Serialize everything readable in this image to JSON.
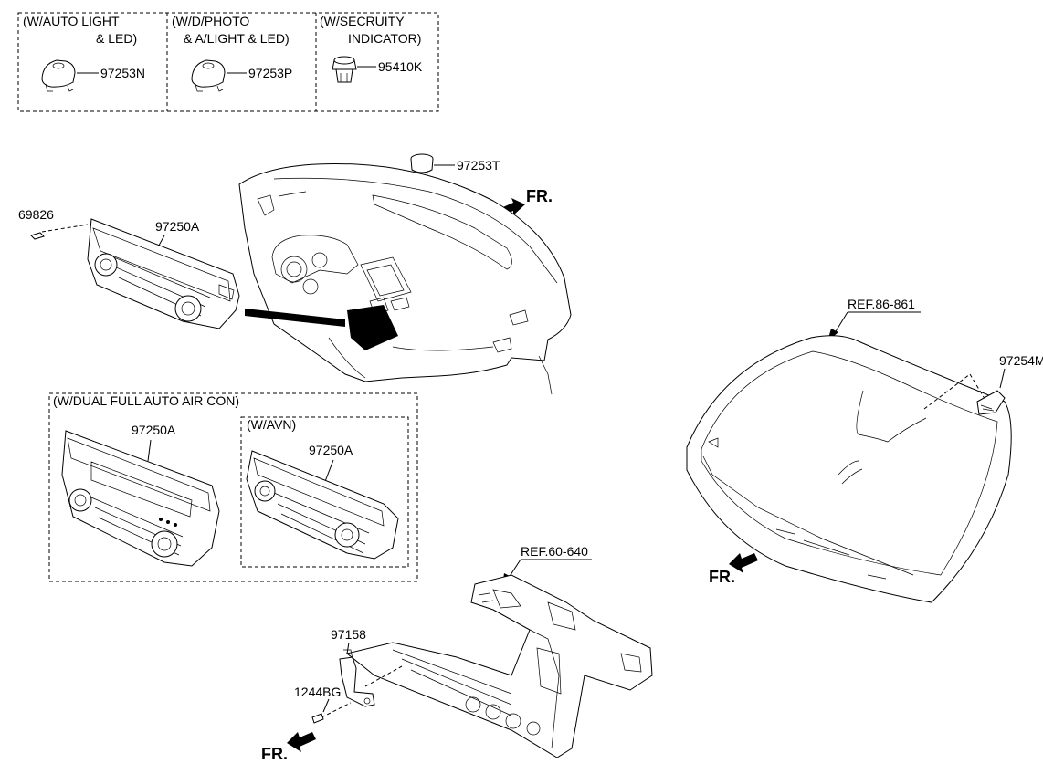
{
  "options": {
    "auto_light_led": {
      "title_line1": "(W/AUTO LIGHT",
      "title_line2": "& LED)",
      "part": "97253N"
    },
    "dphoto_alight_led": {
      "title_line1": "(W/D/PHOTO",
      "title_line2": "& A/LIGHT & LED)",
      "part": "97253P"
    },
    "security_indicator": {
      "title_line1": "(W/SECRUITY",
      "title_line2": "INDICATOR)",
      "part": "95410K"
    }
  },
  "dashboard": {
    "sensor_part": "97253T",
    "screw_part": "69826",
    "control_part": "97250A",
    "fr_label": "FR."
  },
  "dual_full_auto": {
    "title": "(W/DUAL FULL AUTO AIR CON)",
    "control_part": "97250A",
    "avn_title": "(W/AVN)",
    "avn_control_part": "97250A"
  },
  "windshield": {
    "ref_label": "REF.86-861",
    "sensor_part": "97254M",
    "fr_label": "FR."
  },
  "front_end": {
    "ref_label": "REF.60-640",
    "sensor_part": "97158",
    "bolt_part": "1244BG",
    "fr_label": "FR."
  },
  "colors": {
    "line": "#000000",
    "background": "#ffffff"
  }
}
